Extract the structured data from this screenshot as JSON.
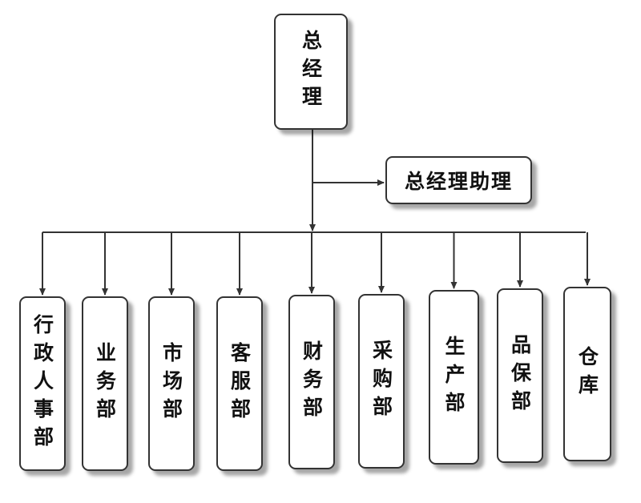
{
  "diagram": {
    "type": "org-chart",
    "root": {
      "label": "总经理"
    },
    "assistant": {
      "label": "总经理助理"
    },
    "departments": [
      {
        "label": "行政人事部"
      },
      {
        "label": "业务部"
      },
      {
        "label": "市场部"
      },
      {
        "label": "客服部"
      },
      {
        "label": "财务部"
      },
      {
        "label": "采购部"
      },
      {
        "label": "生产部"
      },
      {
        "label": "品保部"
      },
      {
        "label": "仓库"
      }
    ],
    "colors": {
      "line": "#333333",
      "box_border": "#333333",
      "text": "#111111",
      "background": "#ffffff"
    }
  }
}
